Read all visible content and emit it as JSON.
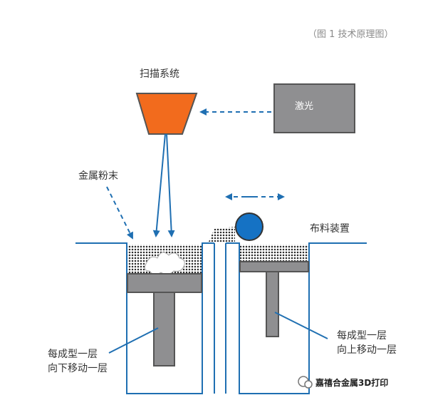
{
  "caption": "（图 1 技术原理图）",
  "labels": {
    "scanning_system": "扫描系统",
    "laser": "激光",
    "metal_powder": "金属粉末",
    "spreading_device": "布料装置",
    "left_note_line1": "每成型一层",
    "left_note_line2": "向下移动一层",
    "right_note_line1": "每成型一层",
    "right_note_line2": "向上移动一层"
  },
  "watermark": "嘉禧合金属3D打印",
  "colors": {
    "scanner": "#f26b1d",
    "laser_box": "#8f8f91",
    "piston": "#8f8f91",
    "roller": "#1572c4",
    "lines": "#1f6fb2"
  }
}
